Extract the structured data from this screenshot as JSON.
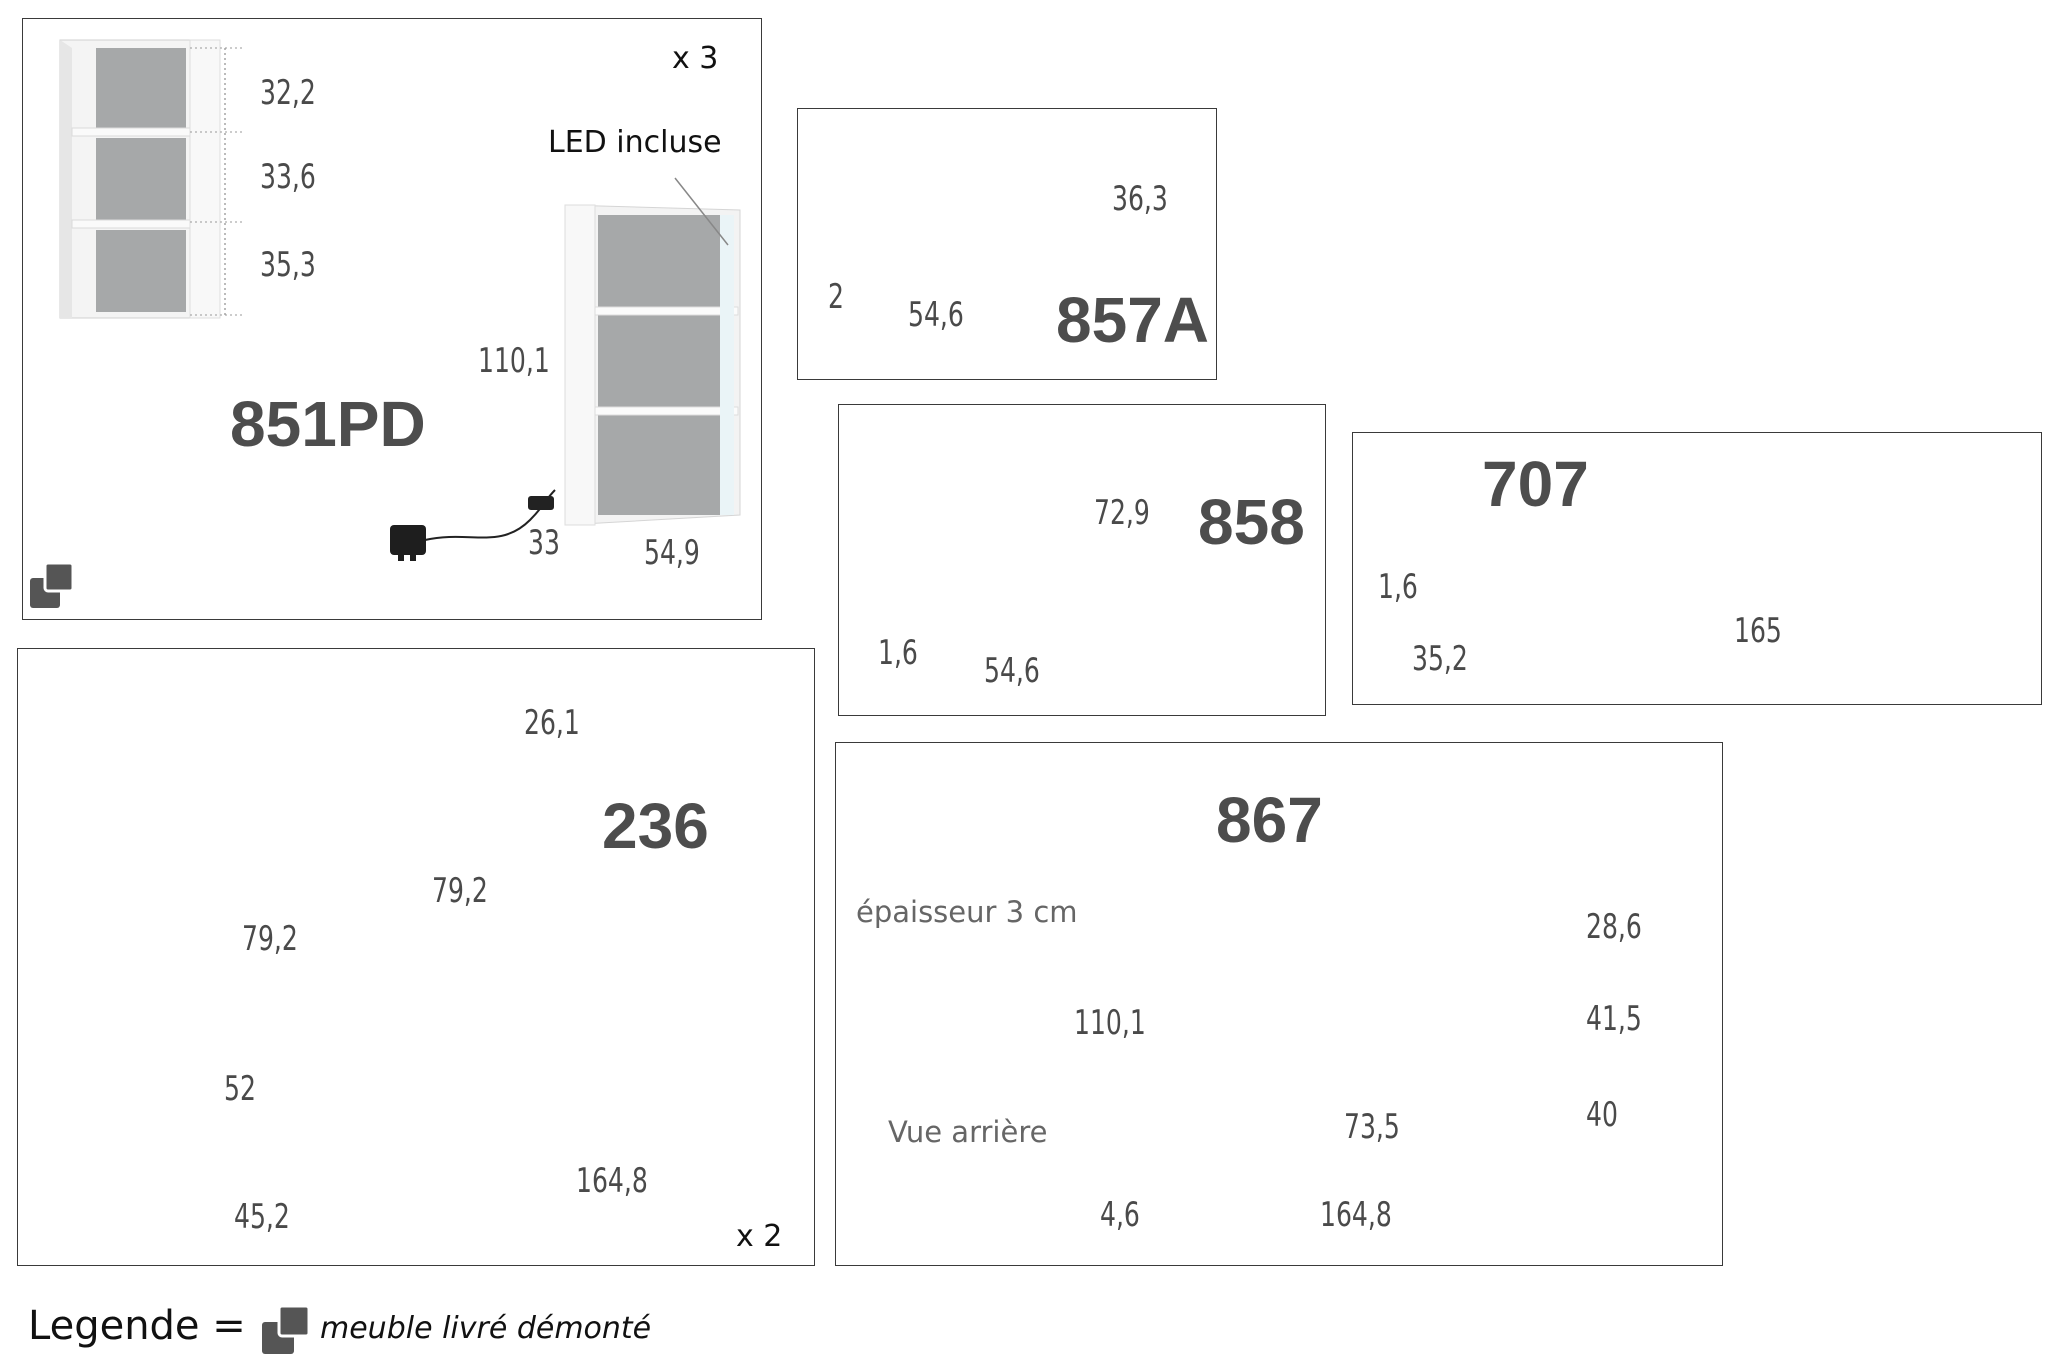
{
  "p851": {
    "code": "851PD",
    "qty": "x 3",
    "led": "LED incluse",
    "dims": {
      "d1": "32,2",
      "d2": "33,6",
      "d3": "35,3",
      "height": "110,1",
      "depth": "33",
      "width": "54,9"
    }
  },
  "p857": {
    "code": "857A",
    "dims": {
      "h": "36,3",
      "t": "2",
      "w": "54,6"
    }
  },
  "p858": {
    "code": "858",
    "dims": {
      "h": "72,9",
      "t": "1,6",
      "w": "54,6"
    }
  },
  "p707": {
    "code": "707",
    "dims": {
      "t": "1,6",
      "d": "35,2",
      "w": "165"
    }
  },
  "p236": {
    "code": "236",
    "qty": "x 2",
    "dims": {
      "h_top": "26,1",
      "w_right": "79,2",
      "w_left": "79,2",
      "h": "52",
      "d": "45,2",
      "w": "164,8"
    }
  },
  "p867": {
    "code": "867",
    "thickness_note": "épaisseur 3 cm",
    "rear_view": "Vue arrière",
    "dims": {
      "h_total": "110,1",
      "d1": "28,6",
      "d2": "41,5",
      "d3": "40",
      "screen_w": "73,5",
      "t": "4,6",
      "w": "164,8"
    }
  },
  "legend": {
    "label": "Legende =",
    "text": "meuble livré démonté"
  },
  "colors": {
    "grey": "#a4a7a8",
    "dark": "#3d3d3d",
    "white_unit": "#f5f5f5",
    "border": "#3a3a3a"
  }
}
